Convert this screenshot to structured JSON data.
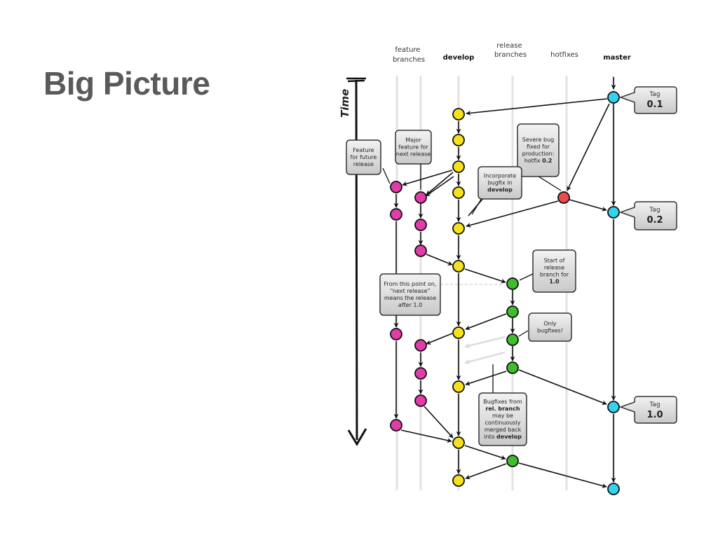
{
  "slide": {
    "title": "Big Picture"
  },
  "diagram": {
    "time_label": "Time",
    "lanes": [
      {
        "id": "feature",
        "lines": [
          "feature",
          "branches"
        ],
        "bold": false
      },
      {
        "id": "develop",
        "lines": [
          "develop"
        ],
        "bold": true
      },
      {
        "id": "release",
        "lines": [
          "release",
          "branches"
        ],
        "bold": false
      },
      {
        "id": "hotfixes",
        "lines": [
          "hotfixes"
        ],
        "bold": false
      },
      {
        "id": "master",
        "lines": [
          "master"
        ],
        "bold": true
      }
    ],
    "tags": [
      {
        "small": "Tag",
        "big": "0.1"
      },
      {
        "small": "Tag",
        "big": "0.2"
      },
      {
        "small": "Tag",
        "big": "1.0"
      }
    ],
    "callouts": [
      {
        "id": "feature-future",
        "lines": [
          [
            {
              "t": "Feature"
            }
          ],
          [
            {
              "t": "for future"
            }
          ],
          [
            {
              "t": "release"
            }
          ]
        ]
      },
      {
        "id": "major-feature",
        "lines": [
          [
            {
              "t": "Major"
            }
          ],
          [
            {
              "t": "feature for"
            }
          ],
          [
            {
              "t": "next release"
            }
          ]
        ]
      },
      {
        "id": "severe-bug",
        "lines": [
          [
            {
              "t": "Severe bug"
            }
          ],
          [
            {
              "t": "fixed for"
            }
          ],
          [
            {
              "t": "production:"
            }
          ],
          [
            {
              "t": "hotfix "
            },
            {
              "t": "0.2",
              "b": true
            }
          ]
        ]
      },
      {
        "id": "incorporate-bugfix",
        "lines": [
          [
            {
              "t": "Incorporate"
            }
          ],
          [
            {
              "t": "bugfix in"
            }
          ],
          [
            {
              "t": "develop",
              "b": true
            }
          ]
        ]
      },
      {
        "id": "start-release",
        "lines": [
          [
            {
              "t": "Start of"
            }
          ],
          [
            {
              "t": "release"
            }
          ],
          [
            {
              "t": "branch for"
            }
          ],
          [
            {
              "t": "1.0",
              "b": true
            }
          ]
        ]
      },
      {
        "id": "next-release",
        "lines": [
          [
            {
              "t": "From this point on,"
            }
          ],
          [
            {
              "t": "“next release”"
            }
          ],
          [
            {
              "t": "means the release"
            }
          ],
          [
            {
              "t": "after",
              "i": true
            },
            {
              "t": " 1.0"
            }
          ]
        ]
      },
      {
        "id": "only-bugfixes",
        "lines": [
          [
            {
              "t": "Only"
            }
          ],
          [
            {
              "t": "bugfixes!"
            }
          ]
        ]
      },
      {
        "id": "bugfixes-rel",
        "lines": [
          [
            {
              "t": "Bugfixes from"
            }
          ],
          [
            {
              "t": "rel. branch",
              "b": true
            }
          ],
          [
            {
              "t": "may be"
            }
          ],
          [
            {
              "t": "continuously"
            }
          ],
          [
            {
              "t": "merged back"
            }
          ],
          [
            {
              "t": "into "
            },
            {
              "t": "develop",
              "b": true
            }
          ]
        ]
      }
    ],
    "commit_colors": {
      "feature": "#e23ca8",
      "develop": "#f5e11e",
      "release": "#3fbd2c",
      "hotfix": "#e84a4f",
      "master": "#33d3ef"
    }
  }
}
